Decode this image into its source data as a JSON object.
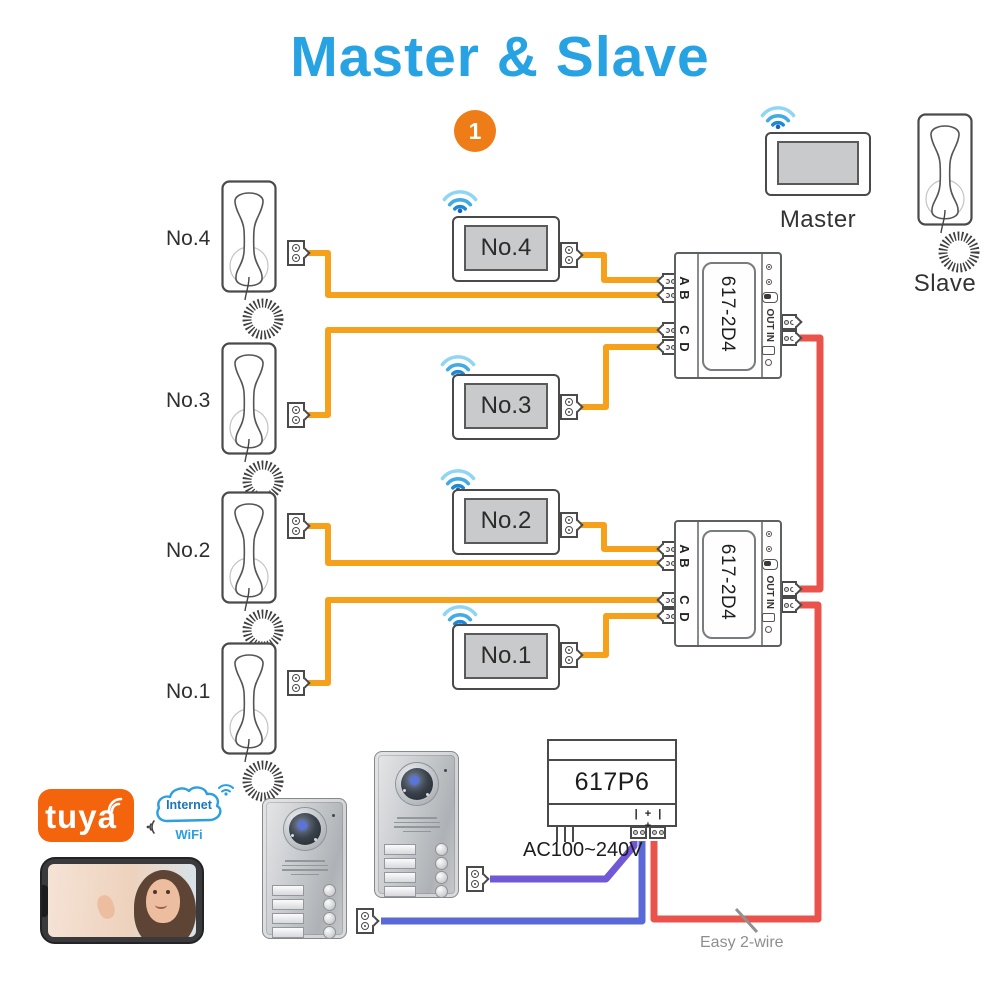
{
  "title": "Master & Slave",
  "step_badge": "1",
  "legend": {
    "master_label": "Master",
    "slave_label": "Slave"
  },
  "handsets": [
    {
      "label": "No.4"
    },
    {
      "label": "No.3"
    },
    {
      "label": "No.2"
    },
    {
      "label": "No.1"
    }
  ],
  "monitors": [
    {
      "label": "No.4"
    },
    {
      "label": "No.3"
    },
    {
      "label": "No.2"
    },
    {
      "label": "No.1"
    }
  ],
  "distributors": [
    {
      "model": "617-2D4",
      "terminals": [
        "A",
        "B",
        "C",
        "D"
      ],
      "out_label": "OUT",
      "in_label": "IN"
    },
    {
      "model": "617-2D4",
      "terminals": [
        "A",
        "B",
        "C",
        "D"
      ],
      "out_label": "OUT",
      "in_label": "IN"
    }
  ],
  "power_supply": {
    "model": "617P6",
    "input_label": "AC100~240V",
    "terminal_marks": "| + | +"
  },
  "annotations": {
    "easy_two_wire": "Easy 2-wire"
  },
  "branding": {
    "tuya": "tuya",
    "internet_label": "Internet",
    "wifi_label": "WiFi"
  },
  "colors": {
    "title_blue": "#27a3e3",
    "badge_orange": "#ee7d18",
    "wire_orange": "#f5a11c",
    "wire_red": "#e9534b",
    "wire_purple": "#7058d6",
    "wire_blue": "#5a68d8",
    "tuya_orange": "#f4640d",
    "internet_blue": "#1b75bc",
    "wifi_blue": "#2b9fe0"
  }
}
